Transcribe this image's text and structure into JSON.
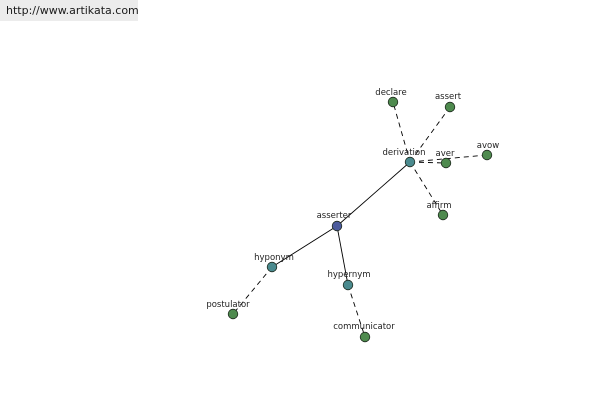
{
  "source_url": "http://www.artikata.com",
  "colors": {
    "root": "#4b5a9c",
    "relation": "#4a8a8e",
    "word": "#4e8a4e"
  },
  "graph": {
    "root": "asserter",
    "relations": [
      "derivation",
      "hyponym",
      "hypernym"
    ],
    "words": {
      "derivation": [
        "declare",
        "assert",
        "aver",
        "avow",
        "affirm"
      ],
      "hyponym": [
        "postulator"
      ],
      "hypernym": [
        "communicator"
      ]
    }
  },
  "labels": {
    "asserter": "asserter",
    "derivation": "derivation",
    "hyponym": "hyponym",
    "hypernym": "hypernym",
    "declare": "declare",
    "assert": "assert",
    "aver": "aver",
    "avow": "avow",
    "affirm": "affirm",
    "postulator": "postulator",
    "communicator": "communicator"
  }
}
